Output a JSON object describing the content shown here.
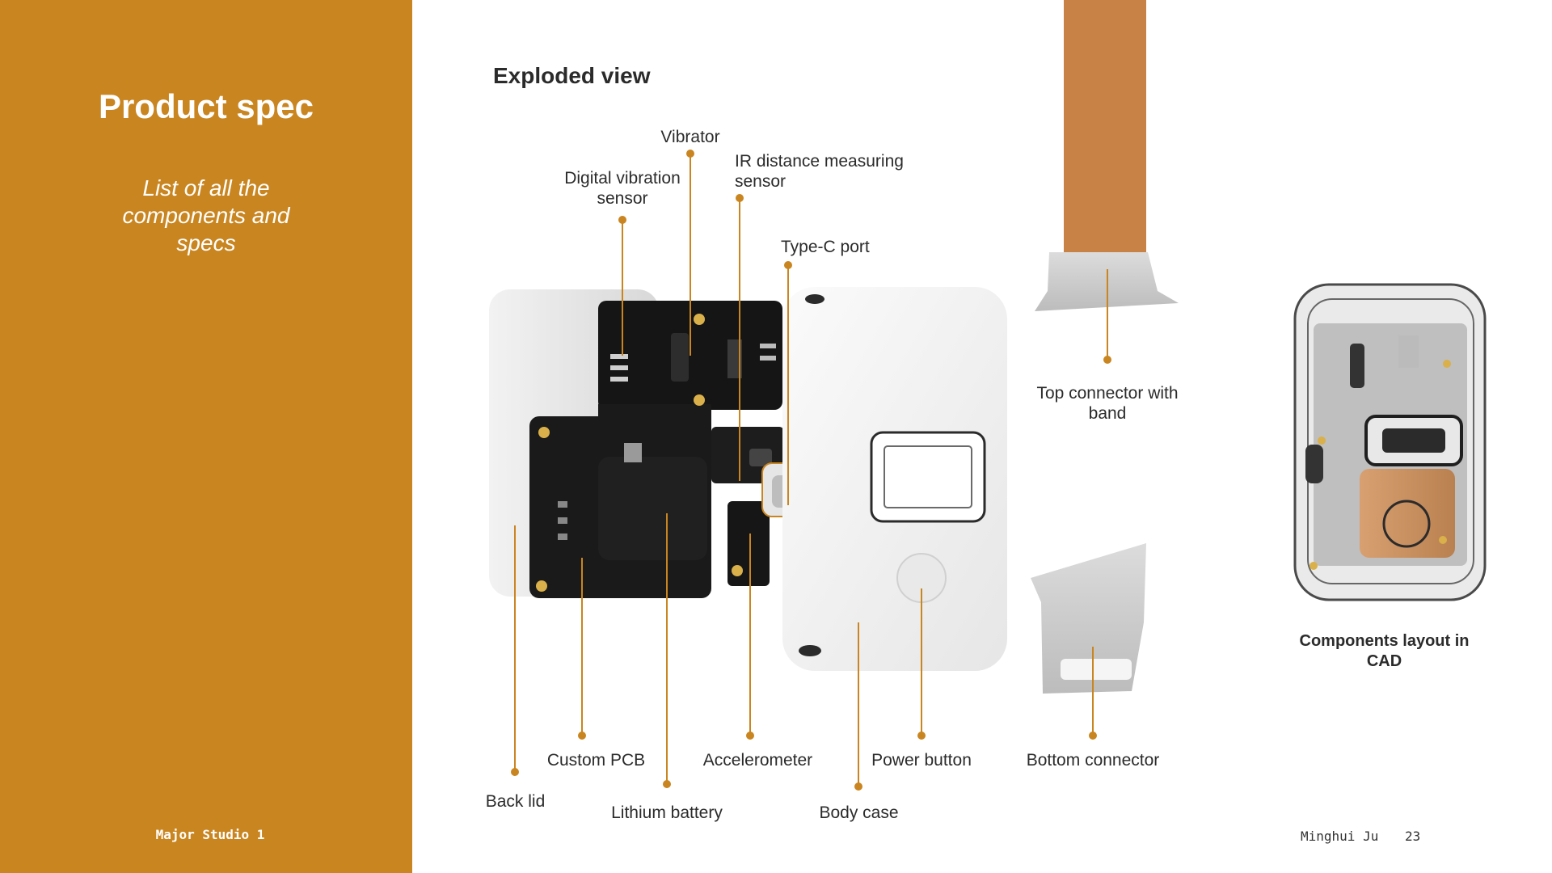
{
  "sidebar": {
    "title": "Product spec",
    "subtitle": "List of all the components and specs",
    "footer": "Major Studio 1"
  },
  "main": {
    "section_title": "Exploded view",
    "labels": {
      "vibrator": "Vibrator",
      "digital_vibration_sensor": "Digital vibration sensor",
      "ir_sensor": "IR distance measuring sensor",
      "type_c_port": "Type-C port",
      "top_connector": "Top connector with band",
      "back_lid": "Back lid",
      "custom_pcb": "Custom PCB",
      "lithium_battery": "Lithium battery",
      "accelerometer": "Accelerometer",
      "body_case": "Body case",
      "power_button": "Power button",
      "bottom_connector": "Bottom connector"
    },
    "cad_caption": "Components layout in CAD"
  },
  "footer": {
    "author": "Minghui Ju",
    "page_number": "23"
  },
  "colors": {
    "sidebar": "#c98520",
    "leader": "#c98520",
    "band": "#c98245"
  }
}
